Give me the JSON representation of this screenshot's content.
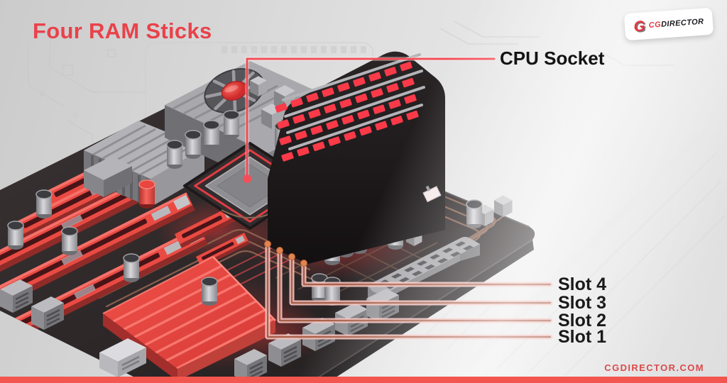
{
  "page": {
    "title": "Four RAM Sticks"
  },
  "logo": {
    "g": "G",
    "cg": "CG",
    "director": "DIRECTOR"
  },
  "callouts": {
    "cpu": {
      "label": "CPU Socket"
    },
    "slots": [
      {
        "label": "Slot 4"
      },
      {
        "label": "Slot 3"
      },
      {
        "label": "Slot 2"
      },
      {
        "label": "Slot 1"
      }
    ]
  },
  "footer": {
    "website": "CGDIRECTOR.COM"
  },
  "colors": {
    "title": "#e9424b",
    "cpu_line": "#f44f58",
    "slot_line_core": "#a8604a",
    "slot_line_glow": "#f6c4c0",
    "slot_dot": "#e0854f",
    "bottom_bar": "#f3564e",
    "ram_chip": "#fa3a49",
    "board": "#2e2829"
  }
}
